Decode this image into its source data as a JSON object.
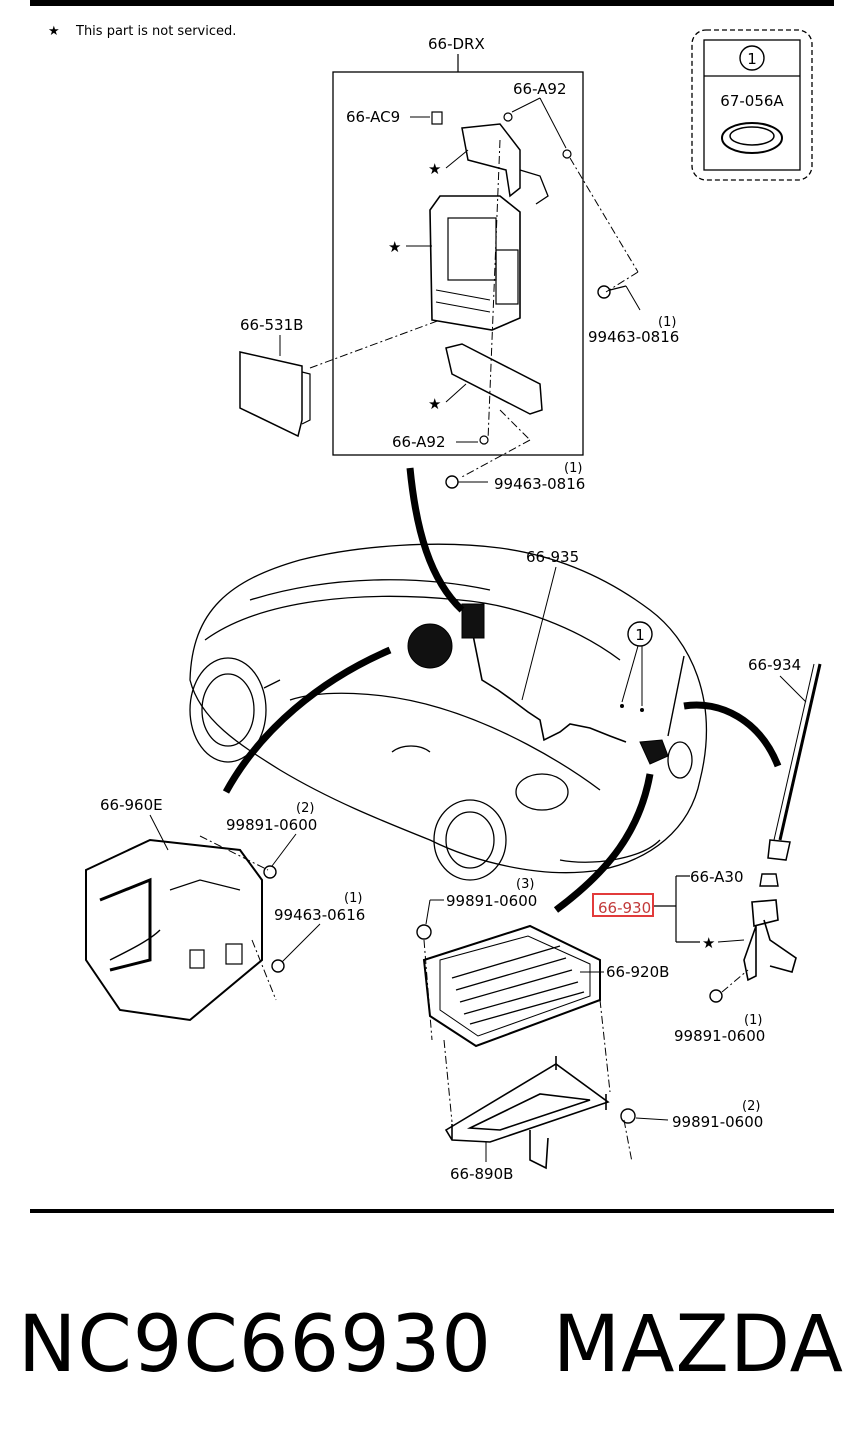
{
  "note": {
    "star": "★",
    "text": "This part is not serviced."
  },
  "legend": {
    "ref": "1",
    "part": "67-056A"
  },
  "labels": {
    "drx": "66-DRX",
    "ac9": "66-AC9",
    "a92_top": "66-A92",
    "a92_bottom": "66-A92",
    "p531b": "66-531B",
    "bolt_0816_a": "99463-0816",
    "bolt_0816_a_qty": "(1)",
    "bolt_0816_b": "99463-0816",
    "bolt_0816_b_qty": "(1)",
    "p935": "66-935",
    "ref_car": "1",
    "p934": "66-934",
    "p960e": "66-960E",
    "nut_0600_a": "99891-0600",
    "nut_0600_a_qty": "(2)",
    "bolt_0616": "99463-0616",
    "bolt_0616_qty": "(1)",
    "nut_0600_b": "99891-0600",
    "nut_0600_b_qty": "(3)",
    "p930": "66-930",
    "a30": "66-A30",
    "p920b": "66-920B",
    "nut_0600_c": "99891-0600",
    "nut_0600_c_qty": "(1)",
    "nut_0600_d": "99891-0600",
    "nut_0600_d_qty": "(2)",
    "p890b": "66-890B",
    "star": "★"
  },
  "highlight_color": "#e23b3b",
  "footer": {
    "part_number": "NC9C66930",
    "brand": "MAZDA"
  }
}
